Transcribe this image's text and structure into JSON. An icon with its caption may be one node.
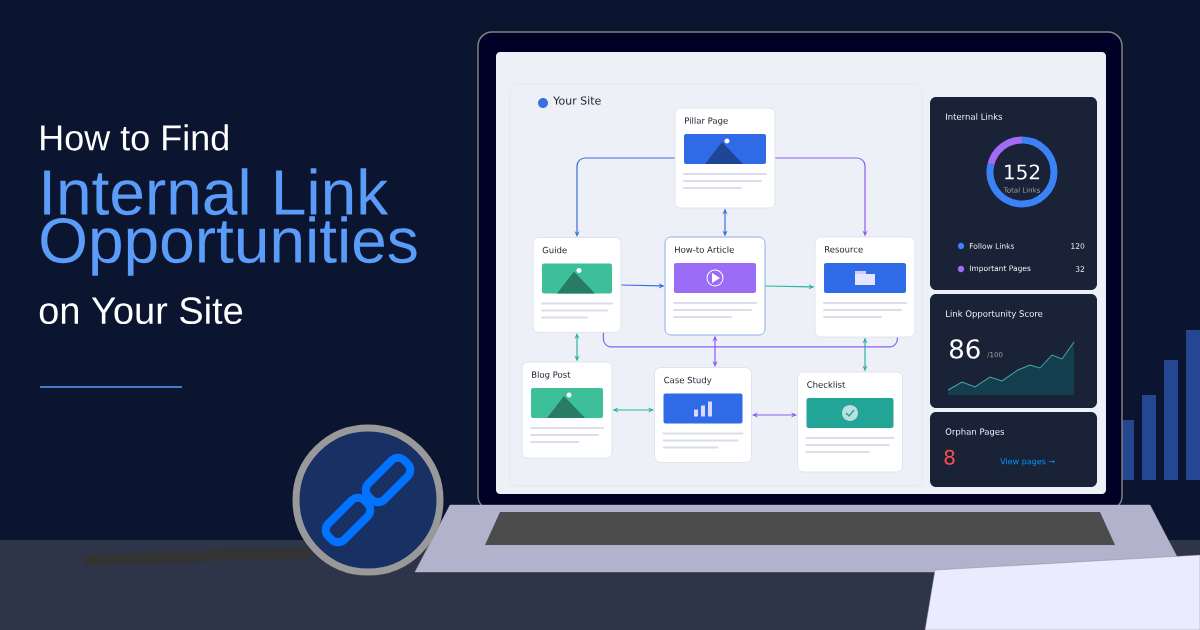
{
  "diagram": {
    "title": "How to Find",
    "nodes": [
      {
        "text": [
          "Your Site"
        ]
      },
      {
        "text": [
          "Pillar Page"
        ],
        "in": 0
      },
      {
        "text": [
          "Guide"
        ],
        "in": 0
      },
      {
        "text": [
          "How-to Article"
        ],
        "in": 0
      },
      {
        "text": [
          "Resource"
        ],
        "in": 0
      },
      {
        "text": [
          "Blog Post"
        ],
        "in": 0
      },
      {
        "text": [
          "Case Study"
        ],
        "in": 0
      },
      {
        "text": [
          "Checklist"
        ],
        "in": 0
      },
      {
        "text": [
          "Internal Links",
          "152",
          "Total Links"
        ]
      },
      {
        "text": [
          "Link Opportunity Score",
          "86",
          "/100"
        ]
      },
      {
        "text": [
          "Orphan Pages",
          "8",
          "View pages →"
        ]
      }
    ],
    "edges": [
      {
        "from": 1,
        "to": 2,
        "arrow": "to"
      },
      {
        "from": 1,
        "to": 4,
        "arrow": "to",
        "color": "#8b5cf6"
      },
      {
        "from": 1,
        "to": 3,
        "arrow": "both"
      },
      {
        "from": 2,
        "to": 3,
        "arrow": "to"
      },
      {
        "from": 3,
        "to": 4,
        "arrow": "to",
        "color": "#2bb5a3"
      },
      {
        "from": 2,
        "to": 5,
        "arrow": "both",
        "color": "#2bb5a3"
      },
      {
        "from": 3,
        "to": 6,
        "arrow": "both",
        "color": "#8b5cf6"
      },
      {
        "from": 4,
        "to": 7,
        "arrow": "both",
        "color": "#2bb5a3"
      },
      {
        "from": 5,
        "to": 6,
        "arrow": "both",
        "color": "#2bb5a3"
      },
      {
        "from": 6,
        "to": 7,
        "arrow": "both",
        "color": "#8b5cf6"
      },
      {
        "from": 2,
        "to": 4,
        "arrow": "none",
        "color": "#8b5cf6"
      }
    ],
    "labels": [
      "Internal Link Opportunities",
      "on Your Site",
      "120",
      "32"
    ],
    "legend": [
      {
        "text": "Follow Links",
        "color": "#3b82f6"
      },
      {
        "text": "Important Pages",
        "color": "#a06cf5"
      }
    ]
  }
}
